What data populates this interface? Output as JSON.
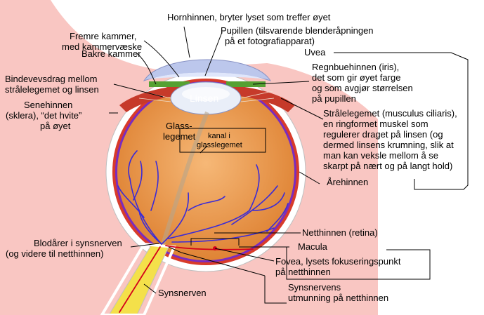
{
  "colors": {
    "background_skin": "#f9c6c2",
    "sclera": "#ffffff",
    "choroid": "#d83b2a",
    "retina_ring": "#7a2cbf",
    "vitreous": "#e58b3a",
    "vitreous_center": "#f4b070",
    "lens": "#e9eef8",
    "cornea": "#bcc7ec",
    "iris": "#55a132",
    "optic_nerve": "#f4e04a",
    "vessels_blue": "#3b2bd6",
    "vessels_red": "#d4001a"
  },
  "labels": {
    "cornea": "Hornhinnen, bryter lyset som treffer øyet",
    "pupil_line1": "Pupillen (tilsvarende blenderåpningen",
    "pupil_line2": "på et fotografiapparat)",
    "anterior_line1": "Fremre kammer,",
    "anterior_line2": "med kammervæske",
    "posterior": "Bakre kammer",
    "zonule_line1": "Bindevevsdrag mellom",
    "zonule_line2": "strålelegemet og linsen",
    "sclera_line1": "Senehinnen",
    "sclera_line2": "(sklera), “det hvite”",
    "sclera_line3": "på øyet",
    "uvea": "Uvea",
    "iris_line1": "Regnbuehinnen (iris),",
    "iris_line2": "det som gir øyet farge",
    "iris_line3": "og som avgjør størrelsen",
    "iris_line4": "på pupillen",
    "ciliary_line1": "Strålelegemet (musculus ciliaris),",
    "ciliary_line2": "en ringformet muskel som",
    "ciliary_line3": "regulerer draget på linsen (og",
    "ciliary_line4": "dermed linsens krumning, slik at",
    "ciliary_line5": "man kan veksle mellom å se",
    "ciliary_line6": "skarpt på nært og på langt hold)",
    "choroid": "Årehinnen",
    "lens": "Linsen",
    "vitreous_line1": "Glass-",
    "vitreous_line2": "legemet",
    "canal_line1": "kanal i",
    "canal_line2": "glasslegemet",
    "retina": "Netthinnen (retina)",
    "macula": "Macula",
    "fovea_line1": "Fovea, lysets fokuseringspunkt",
    "fovea_line2": "på netthinnen",
    "disc_line1": "Synsnervens",
    "disc_line2": "utmunning på netthinnen",
    "vessels_line1": "Blodårer i synsnerven",
    "vessels_line2": "(og videre til netthinnen)",
    "optic_nerve": "Synsnerven"
  }
}
